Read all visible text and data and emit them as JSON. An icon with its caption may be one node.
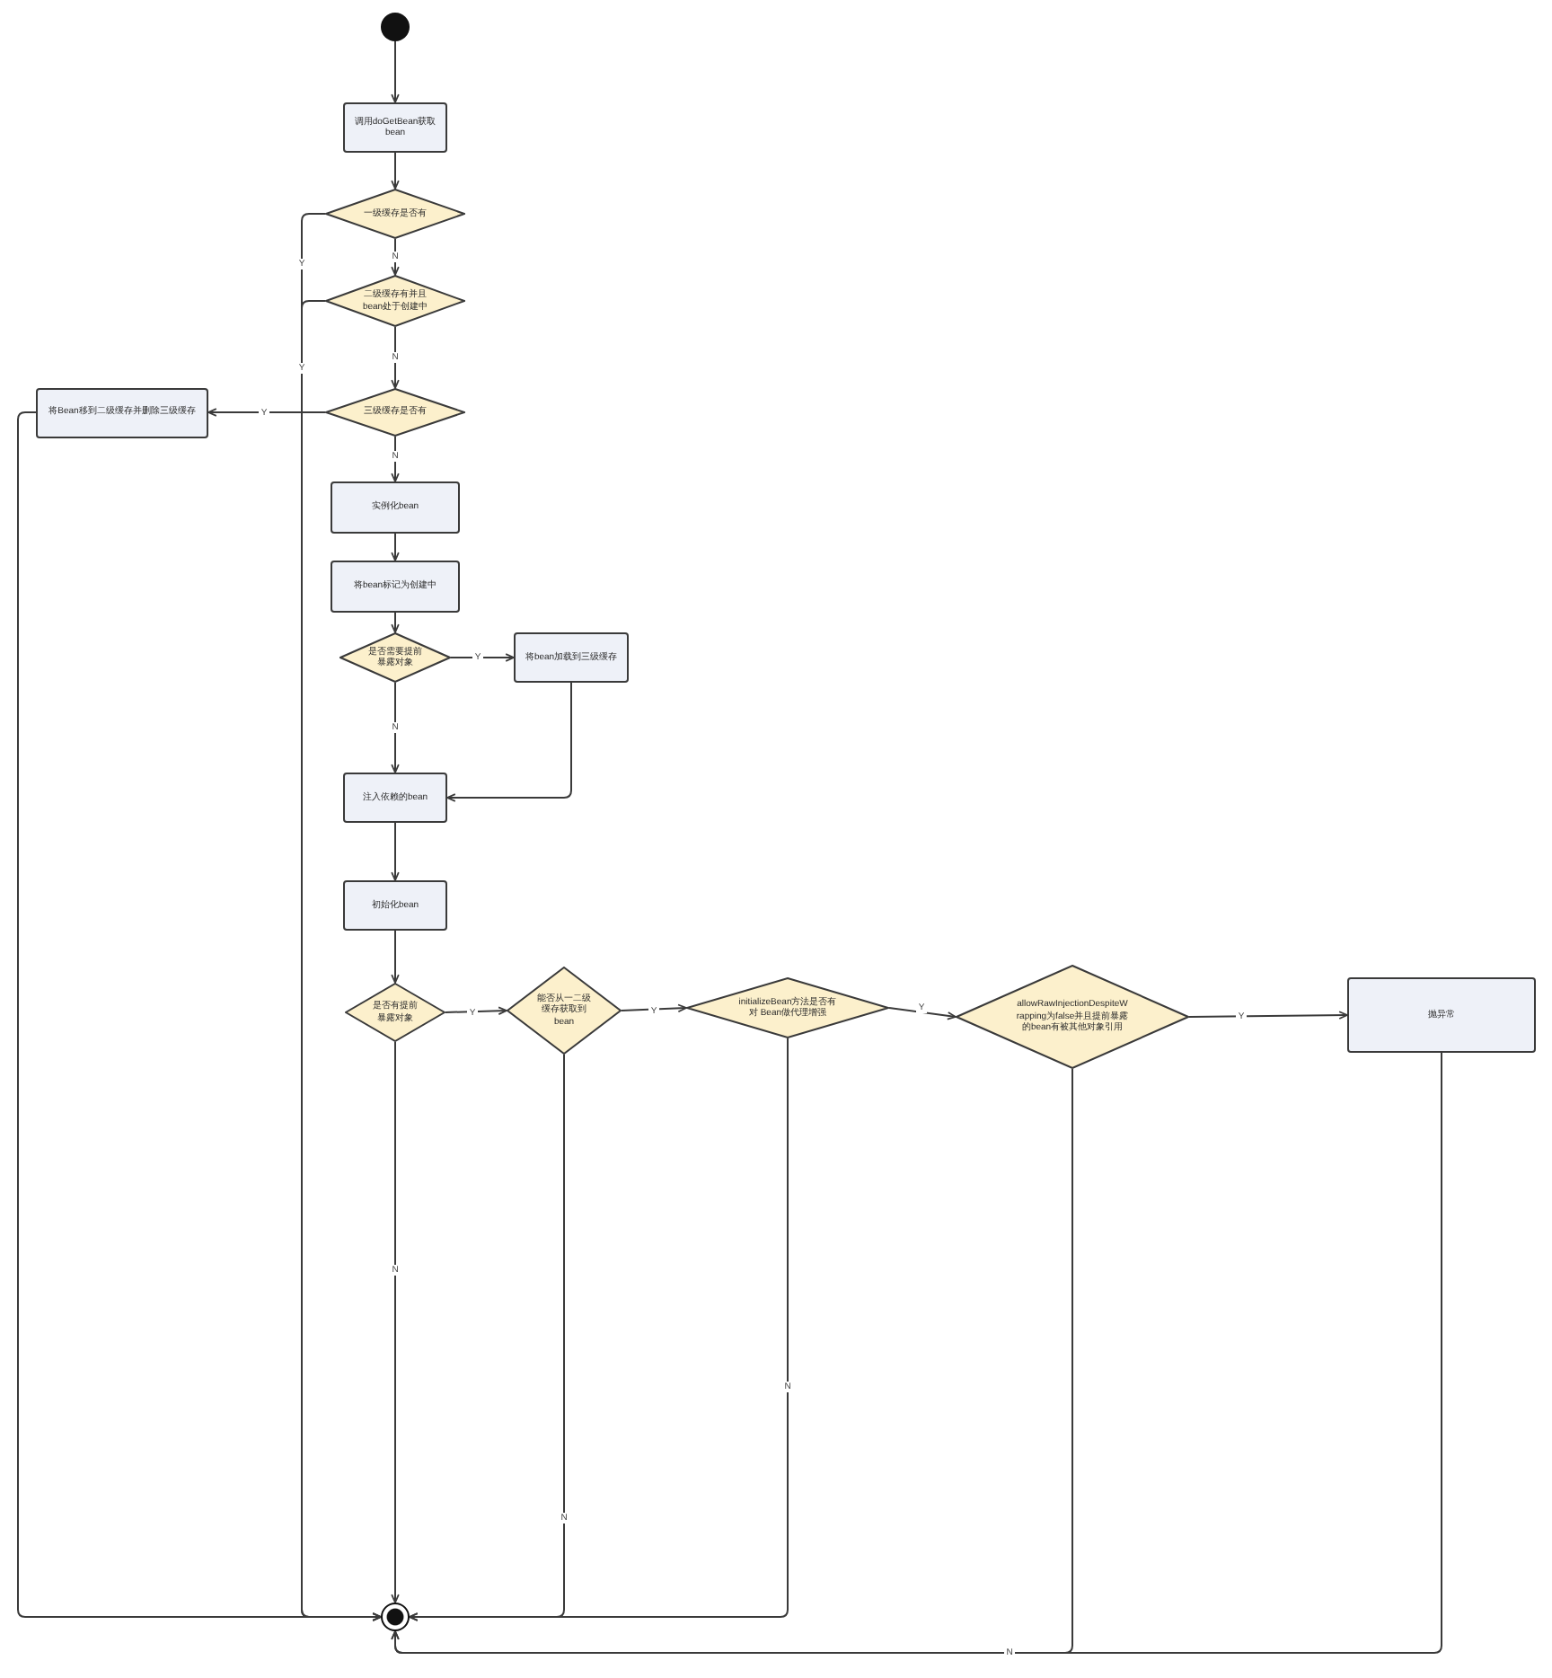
{
  "diagram": {
    "nodes": [
      {
        "text": [],
        "shape": "circle"
      },
      {
        "text": [
          "调用doGetBean获取bean"
        ]
      },
      {
        "text": [
          "一级缓存是否有"
        ]
      },
      {
        "text": [
          "二级缓存有并且bean处于创建中"
        ]
      },
      {
        "text": [
          "三级缓存是否有"
        ]
      },
      {
        "text": [
          "将Bean移到二级缓存并删除三级缓存"
        ]
      },
      {
        "text": [
          "实例化bean"
        ]
      },
      {
        "text": [
          "将bean标记为创建中"
        ]
      },
      {
        "text": [
          "是否需要提前暴露对象"
        ]
      },
      {
        "text": [
          "将bean加载到三级缓存"
        ]
      },
      {
        "text": [
          "注入依赖的bean"
        ]
      },
      {
        "text": [
          "初始化bean"
        ]
      },
      {
        "text": [
          "是否有提前暴露对象"
        ]
      },
      {
        "text": [
          "能否从一二级缓存获取到bean"
        ]
      },
      {
        "text": [
          "initializeBean方法是否有对 Bean做代理增强"
        ]
      },
      {
        "text": [
          "allowRawInjectionDespiteWrapping为false并且提前暴露的bean有被其他对象引用"
        ]
      },
      {
        "text": [
          "抛异常"
        ]
      },
      {
        "text": [],
        "shape": "circle"
      }
    ],
    "edges": [
      {
        "from": 0,
        "to": 1,
        "arrow": "to"
      },
      {
        "from": 1,
        "to": 2,
        "arrow": "to"
      },
      {
        "from": 2,
        "to": 3,
        "arrow": "to",
        "label": "N"
      },
      {
        "from": 3,
        "to": 4,
        "arrow": "to",
        "label": "N"
      },
      {
        "from": 4,
        "to": 6,
        "arrow": "to",
        "label": "N"
      },
      {
        "from": 4,
        "to": 5,
        "arrow": "to",
        "label": "Y"
      },
      {
        "from": 2,
        "to": 17,
        "arrow": "to",
        "label": "Y"
      },
      {
        "from": 3,
        "to": 17,
        "arrow": "to",
        "label": "Y"
      },
      {
        "from": 5,
        "to": 17,
        "arrow": "to"
      },
      {
        "from": 6,
        "to": 7,
        "arrow": "to"
      },
      {
        "from": 7,
        "to": 8,
        "arrow": "to"
      },
      {
        "from": 8,
        "to": 9,
        "arrow": "to",
        "label": "Y"
      },
      {
        "from": 8,
        "to": 10,
        "arrow": "to",
        "label": "N"
      },
      {
        "from": 9,
        "to": 10,
        "arrow": "to"
      },
      {
        "from": 10,
        "to": 11,
        "arrow": "to"
      },
      {
        "from": 11,
        "to": 12,
        "arrow": "to"
      },
      {
        "from": 12,
        "to": 13,
        "arrow": "to",
        "label": "Y"
      },
      {
        "from": 12,
        "to": 17,
        "arrow": "to",
        "label": "N"
      },
      {
        "from": 13,
        "to": 14,
        "arrow": "to",
        "label": "Y"
      },
      {
        "from": 13,
        "to": 17,
        "arrow": "to",
        "label": "N"
      },
      {
        "from": 14,
        "to": 15,
        "arrow": "to",
        "label": "Y"
      },
      {
        "from": 14,
        "to": 17,
        "arrow": "to",
        "label": "N"
      },
      {
        "from": 15,
        "to": 16,
        "arrow": "to",
        "label": "Y"
      },
      {
        "from": 15,
        "to": 17,
        "arrow": "to",
        "label": "N"
      },
      {
        "from": 16,
        "to": 17,
        "arrow": "to"
      }
    ]
  }
}
